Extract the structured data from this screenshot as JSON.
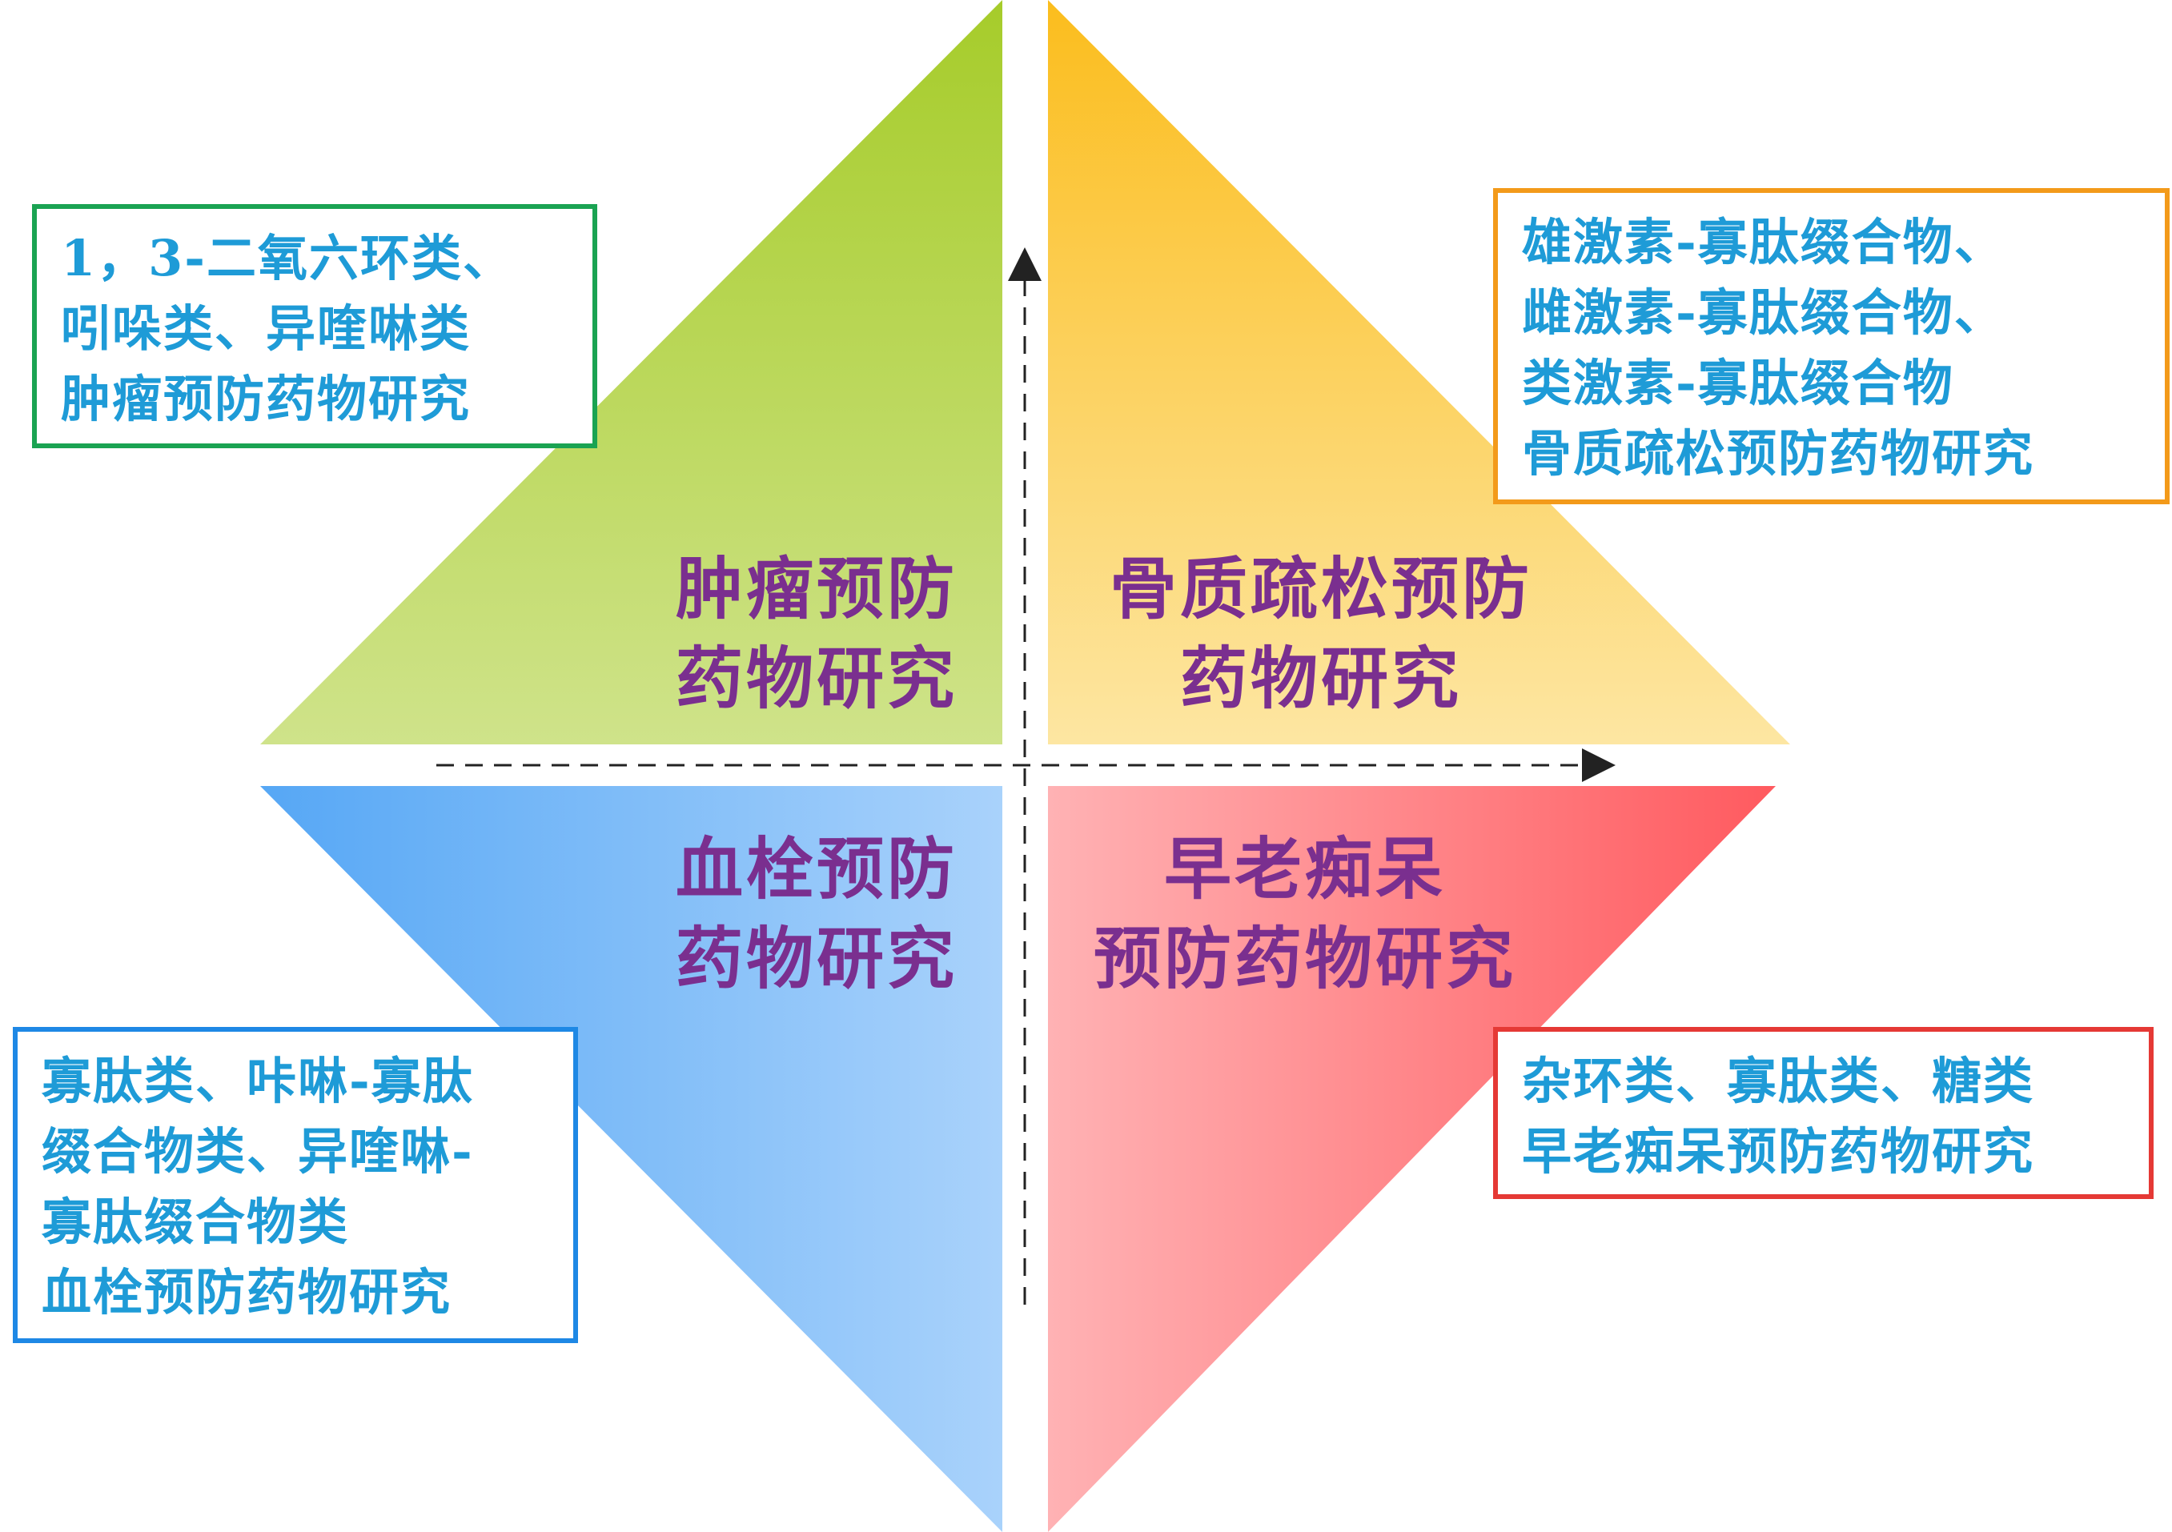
{
  "quadrants": {
    "top_left": {
      "lines": [
        "肿瘤预防",
        "药物研究"
      ]
    },
    "top_right": {
      "lines": [
        "骨质疏松预防",
        "药物研究"
      ]
    },
    "bottom_left": {
      "lines": [
        "血栓预防",
        "药物研究"
      ]
    },
    "bottom_right": {
      "lines": [
        "早老痴呆",
        "预防药物研究"
      ]
    }
  },
  "boxes": {
    "top_left": {
      "lines": [
        "1，3-二氧六环类、",
        "吲哚类、异喹啉类",
        "肿瘤预防药物研究"
      ]
    },
    "top_right": {
      "lines": [
        "雄激素-寡肽缀合物、",
        "雌激素-寡肽缀合物、",
        "类激素-寡肽缀合物",
        "骨质疏松预防药物研究"
      ]
    },
    "bottom_left": {
      "lines": [
        "寡肽类、咔啉-寡肽",
        "缀合物类、异喹啉-",
        "寡肽缀合物类",
        "血栓预防药物研究"
      ]
    },
    "bottom_right": {
      "lines": [
        "杂环类、寡肽类、糖类",
        "早老痴呆预防药物研究"
      ]
    }
  },
  "colors": {
    "green": "#a6cc3a",
    "orange": "#fbbf2a",
    "blue": "#5aabf7",
    "red": "#ff5a5f",
    "label_purple": "#7a2f8f",
    "box_text": "#1e9bd7"
  }
}
